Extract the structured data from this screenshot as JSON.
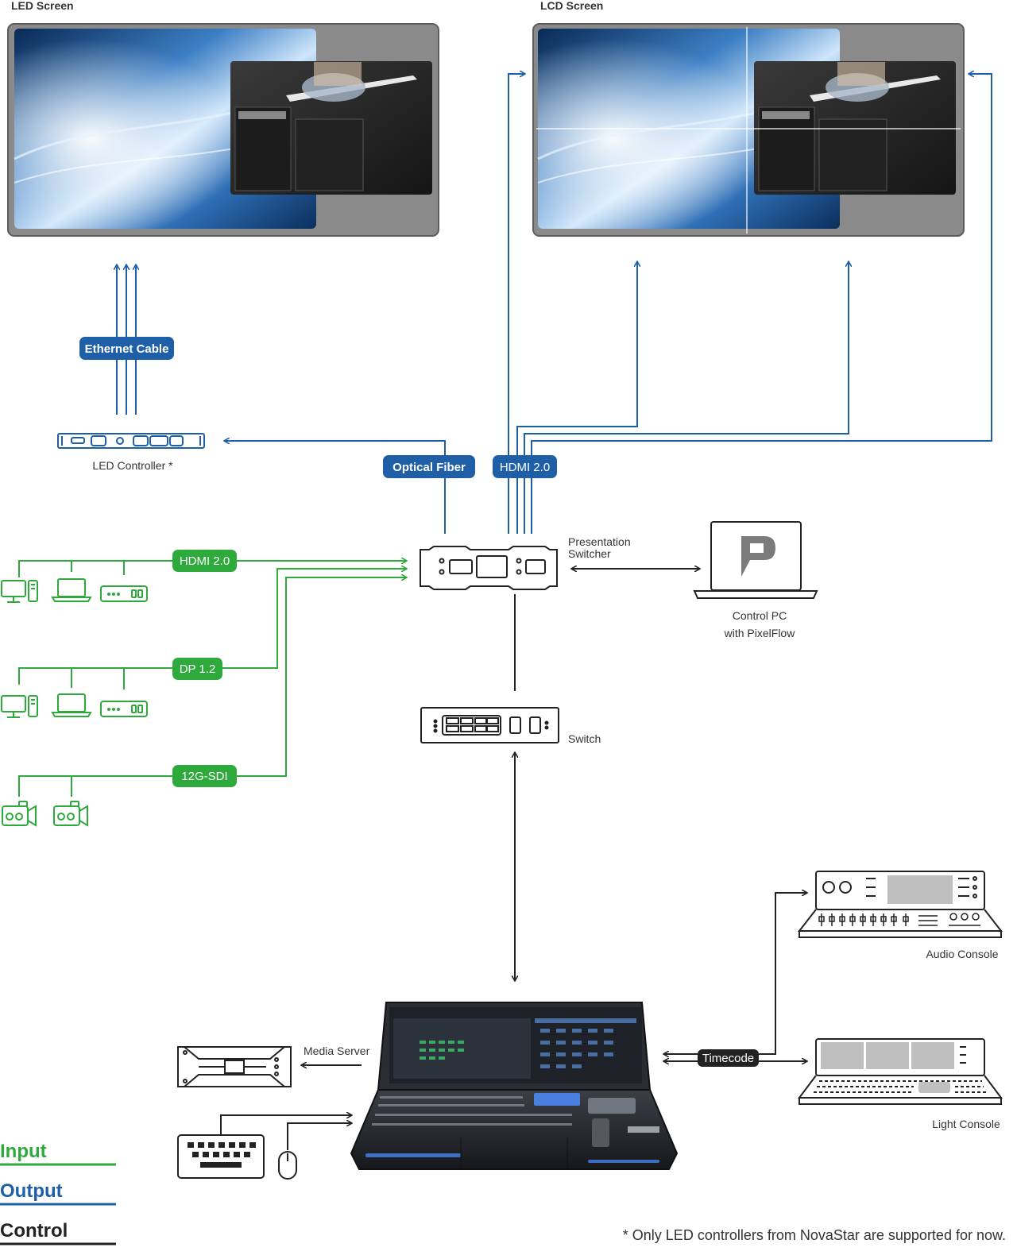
{
  "screens": {
    "led_title": "LED Screen",
    "lcd_title": "LCD Screen"
  },
  "tags": {
    "ethernet": "Ethernet Cable",
    "optical": "Optical Fiber",
    "hdmi_out": "HDMI 2.0",
    "hdmi_in": "HDMI 2.0",
    "dp": "DP 1.2",
    "sdi": "12G-SDI",
    "timecode": "Timecode"
  },
  "devices": {
    "led_controller": "LED Controller *",
    "presentation_switcher_1": "Presentation",
    "presentation_switcher_2": "Switcher",
    "control_pc_1": "Control PC",
    "control_pc_2": "with PixelFlow",
    "switch": "Switch",
    "media_server": "Media Server",
    "audio_console": "Audio Console",
    "light_console": "Light Console"
  },
  "legend": {
    "input": "Input",
    "output": "Output",
    "control": "Control"
  },
  "footnote": "* Only LED controllers from NovaStar are supported for now.",
  "colors": {
    "input": "#2eaa3c",
    "output": "#1f5fa8",
    "control": "#222222"
  },
  "icons": [
    "desktop-pc-icon",
    "laptop-icon",
    "media-player-icon",
    "camera-icon",
    "keyboard-icon",
    "mouse-icon",
    "pixelflow-logo"
  ]
}
